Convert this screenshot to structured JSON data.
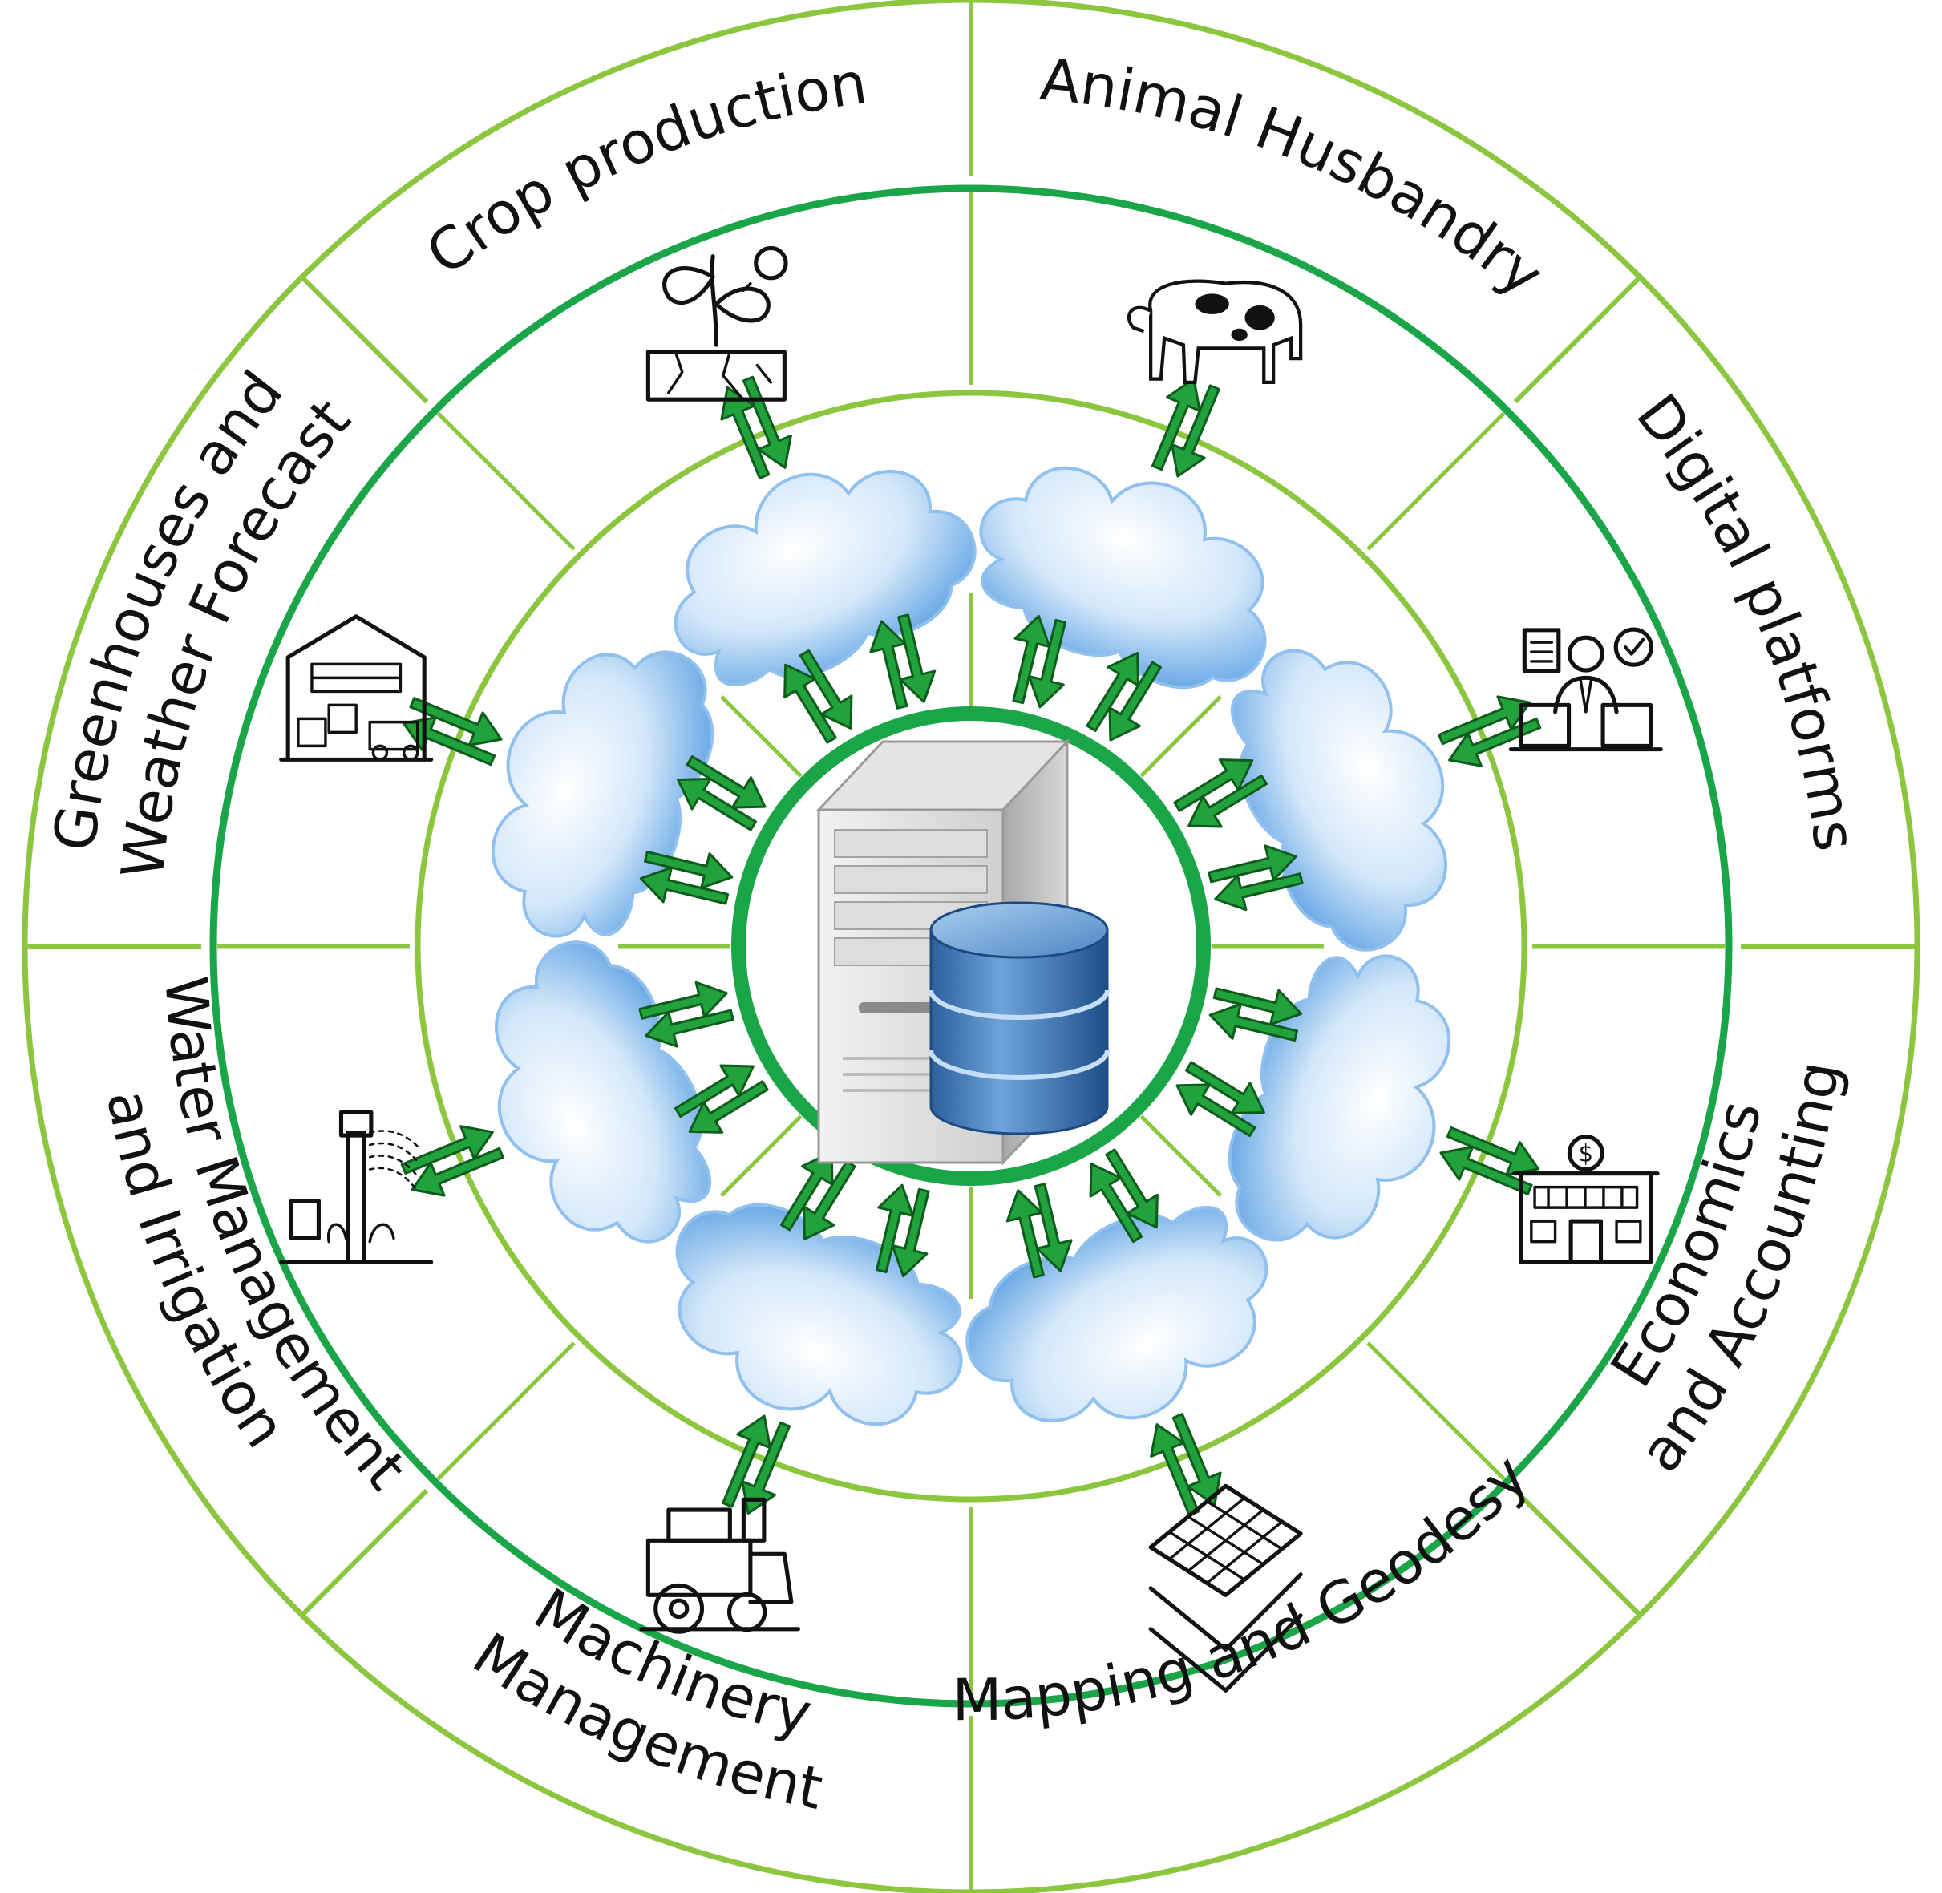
{
  "colors": {
    "ring_outer": "#8cc63f",
    "ring_mid": "#1aa548",
    "ring_inner": "#8cc63f",
    "ring_core": "#1aa548",
    "arrow_fill": "#22a23c",
    "arrow_stroke": "#0d5c1c",
    "cloud_light": "#eef6fd",
    "cloud_dark": "#7fb7ec",
    "server_body": "#d6d6d6",
    "db_blue": "#3d74b5"
  },
  "sectors": [
    {
      "id": "animal-husbandry",
      "lines": [
        "Animal Husbandry"
      ],
      "icon": "cow-icon"
    },
    {
      "id": "digital-platforms",
      "lines": [
        "Digital platforms"
      ],
      "icon": "presenter-icon"
    },
    {
      "id": "economics-accounting",
      "lines": [
        "Economics",
        "and Accounting"
      ],
      "icon": "bank-icon"
    },
    {
      "id": "mapping-geodesy",
      "lines": [
        "Mapping  and Geodesy"
      ],
      "icon": "map-layers-icon"
    },
    {
      "id": "machinery-management",
      "lines": [
        "Machinery",
        "Management"
      ],
      "icon": "harvester-icon"
    },
    {
      "id": "water-irrigation",
      "lines": [
        "Water Management",
        "and Irrigation"
      ],
      "icon": "irrigation-icon"
    },
    {
      "id": "greenhouses-weather",
      "lines": [
        "Greenhouses and",
        "Weather Forecast"
      ],
      "icon": "warehouse-icon"
    },
    {
      "id": "crop-production",
      "lines": [
        "Crop production"
      ],
      "icon": "plant-icon"
    }
  ],
  "center": {
    "icon": "server-database-icon"
  }
}
